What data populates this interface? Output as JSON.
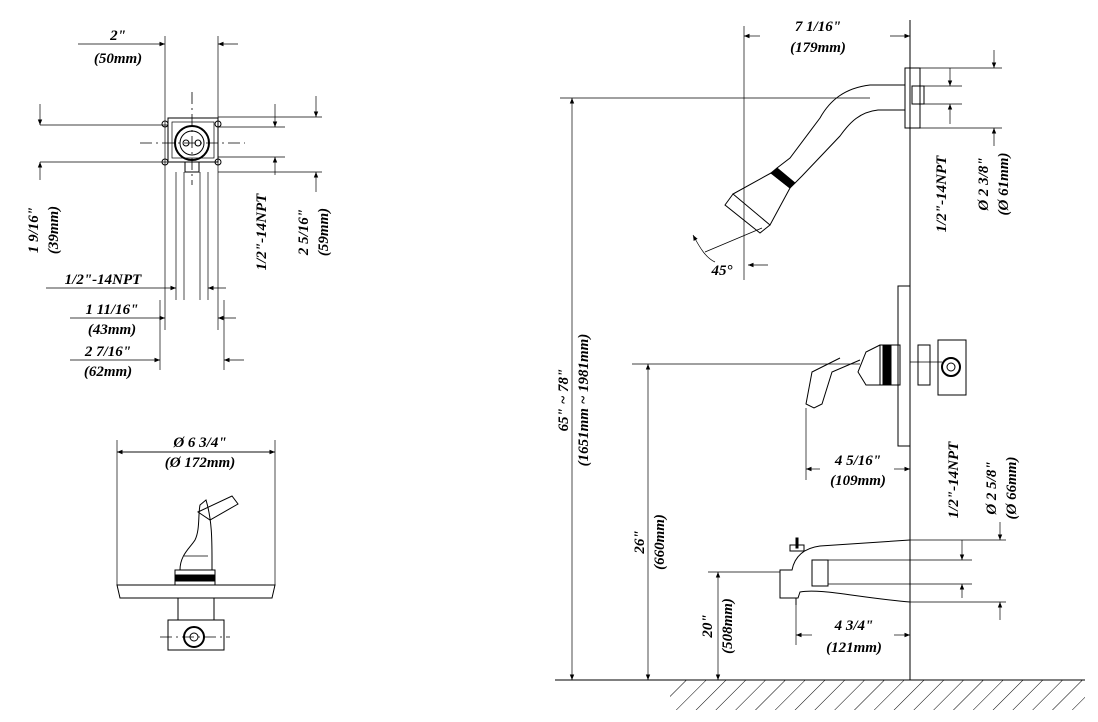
{
  "top_view": {
    "dim_width": "2\"",
    "dim_width_mm": "(50mm)",
    "dim_left_height": "1 9/16\"",
    "dim_left_height_mm": "(39mm)",
    "dim_right_height": "2 5/16\"",
    "dim_right_height_mm": "(59mm)",
    "npt_side": "1/2\"-14NPT",
    "npt_bottom": "1/2\"-14NPT",
    "dim_mid": "1 11/16\"",
    "dim_mid_mm": "(43mm)",
    "dim_overall": "2 7/16\"",
    "dim_overall_mm": "(62mm)"
  },
  "front_view": {
    "plate_dia": "Ø 6 3/4\"",
    "plate_dia_mm": "(Ø 172mm)"
  },
  "side_view": {
    "arm_reach": "7 1/16\"",
    "arm_reach_mm": "(179mm)",
    "head_angle": "45°",
    "arm_npt": "1/2\"-14NPT",
    "arm_dia": "Ø 2 3/8\"",
    "arm_dia_mm": "(Ø 61mm)",
    "head_height": "65\" ~ 78\"",
    "head_height_mm": "(1651mm ~ 1981mm)",
    "valve_height": "26\"",
    "valve_height_mm": "(660mm)",
    "handle_reach": "4 5/16\"",
    "handle_reach_mm": "(109mm)",
    "spout_npt": "1/2\"-14NPT",
    "spout_dia": "Ø 2 5/8\"",
    "spout_dia_mm": "(Ø 66mm)",
    "spout_height": "20\"",
    "spout_height_mm": "(508mm)",
    "spout_reach": "4 3/4\"",
    "spout_reach_mm": "(121mm)"
  }
}
